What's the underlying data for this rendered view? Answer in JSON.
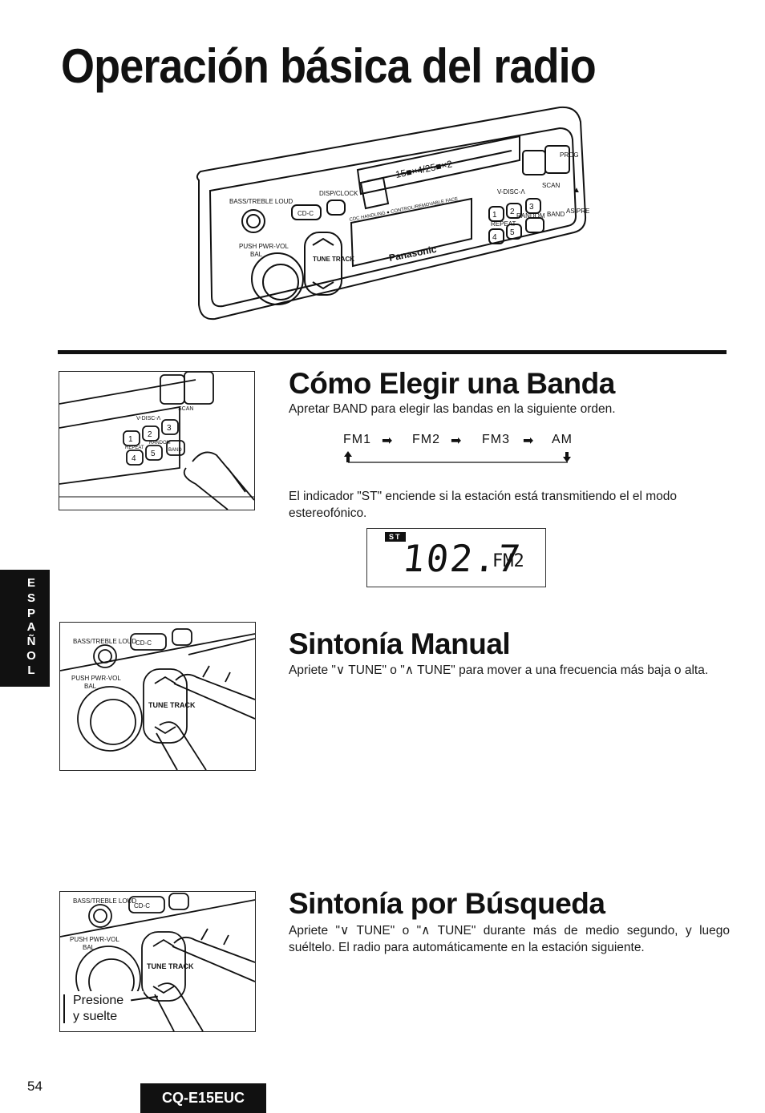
{
  "page": {
    "title": "Operación básica del radio",
    "page_number": "54",
    "model": "CQ-E15EUC",
    "side_tab_letters": [
      "E",
      "S",
      "P",
      "A",
      "Ñ",
      "O",
      "L"
    ]
  },
  "radio_illustration": {
    "brand": "Panasonic",
    "top_display": "15■×4/25■×2",
    "labels": {
      "bass_treble": "BASS/TREBLE LOUD",
      "disp_clock": "DISP/CLOCK",
      "cd_c": "CD-C",
      "push_pwr_vol": "PUSH PWR-VOL",
      "bal": "BAL",
      "tune_track": "TUNE TRACK",
      "cdc_line": "CDC HANDLING ● CONTROL/REMOVABLE FACE",
      "v_disc": "V-DISC-Λ",
      "scan": "SCAN",
      "repeat": "REPEAT",
      "random": "RANDOM",
      "band": "BAND",
      "as_pre": "AS PRE",
      "eject": "▲",
      "prog": "PROG"
    },
    "preset_buttons": [
      "1",
      "2",
      "3",
      "4",
      "5"
    ]
  },
  "sections": {
    "band": {
      "title": "Cómo Elegir una Banda",
      "intro": "Apretar BAND para elegir las bandas en la siguiente orden.",
      "sequence": [
        "FM1",
        "FM2",
        "FM3",
        "AM"
      ],
      "st_text": "El indicador \"ST\" enciende si la estación está transmitiendo el el modo estereofónico.",
      "lcd": {
        "st": "ST",
        "frequency": "102.7",
        "band": "FM2"
      }
    },
    "manual": {
      "title": "Sintonía Manual",
      "text": "Apriete \"∨ TUNE\" o \"∧ TUNE\" para mover a una frecuencia más baja o alta."
    },
    "seek": {
      "title": "Sintonía por Búsqueda",
      "text": "Apriete \"∨ TUNE\" o \"∧ TUNE\" durante más de medio segundo, y luego suéltelo. El radio para automáticamente en la estación siguiente.",
      "callout_line1": "Presione",
      "callout_line2": "y suelte"
    }
  }
}
